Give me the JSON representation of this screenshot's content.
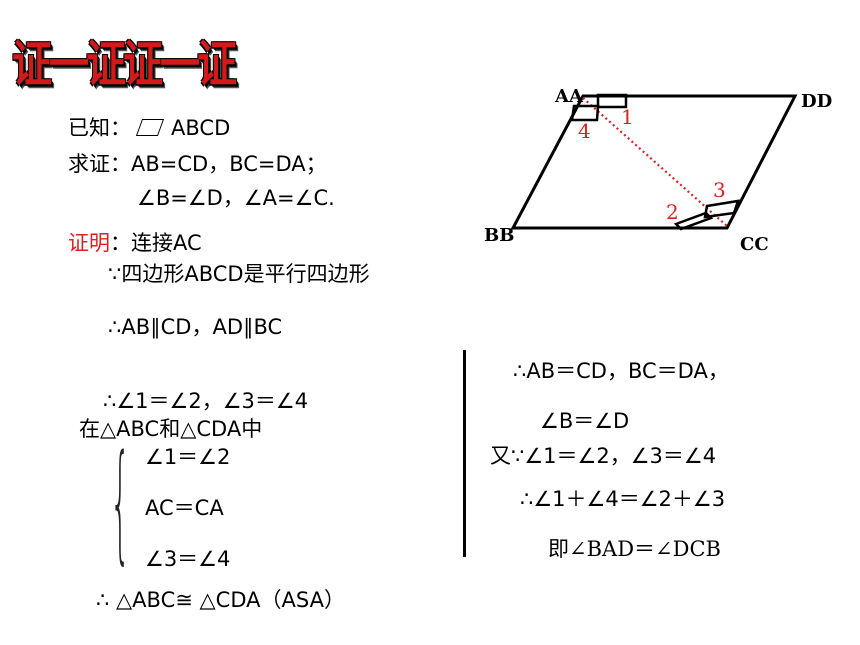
{
  "title": "证一证证一证",
  "given": {
    "label": "已知：",
    "value": "ABCD"
  },
  "prove": {
    "label": "求证：",
    "line1": "AB=CD，BC=DA；",
    "line2": "∠B=∠D，∠A=∠C."
  },
  "proof": {
    "label": "证明",
    "intro": "：连接AC",
    "step1": "∵四边形ABCD是平行四边形",
    "step2": "∴AB∥CD，AD∥BC",
    "step3": "∴∠1＝∠2，∠3＝∠4",
    "step4": "在△ABC和△CDA中",
    "cond1": "∠1＝∠2",
    "cond2": "AC＝CA",
    "cond3": "∠3＝∠4",
    "concl": "∴ △ABC≅ △CDA（ASA）"
  },
  "right": {
    "r1": "∴AB＝CD，BC＝DA，",
    "r2": "∠B＝∠D",
    "r3": "又∵∠1＝∠2，∠3＝∠4",
    "r4": "∴∠1＋∠4＝∠2＋∠3",
    "r5": "即∠BAD＝∠DCB"
  },
  "figure": {
    "vertex_a": "AA",
    "vertex_b": "BB",
    "vertex_c": "CC",
    "vertex_d": "DD",
    "angle_1": "1",
    "angle_2": "2",
    "angle_3": "3",
    "angle_4": "4",
    "label_color": "#e02020",
    "diagonal_color": "#e02020"
  }
}
